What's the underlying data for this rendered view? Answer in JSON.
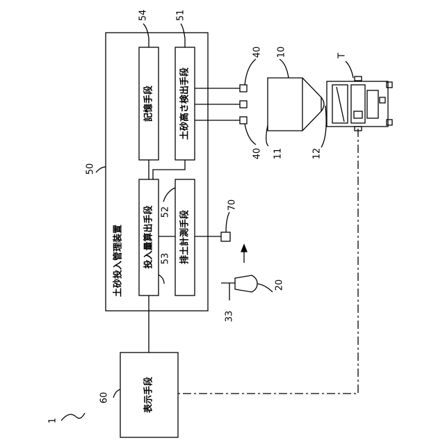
{
  "figure": {
    "ref": "1"
  },
  "labels": {
    "device": "土砂投入管理装置",
    "storage": "記憶手段",
    "height_detect": "土砂高さ検出手段",
    "input_calc": "投入量算出手段",
    "discharge_measure": "排土計測手段",
    "display": "表示手段"
  },
  "refs": {
    "device": "50",
    "height_detect": "51",
    "discharge_measure": "52",
    "input_calc": "53",
    "storage": "54",
    "display": "60",
    "sensor_top": "40",
    "sensor_bottom": "40",
    "hopper": "10",
    "hopper_body": "11",
    "hopper_outlet": "12",
    "truck": "T",
    "weigher": "70",
    "bucket": "20",
    "conveyor": "33"
  }
}
